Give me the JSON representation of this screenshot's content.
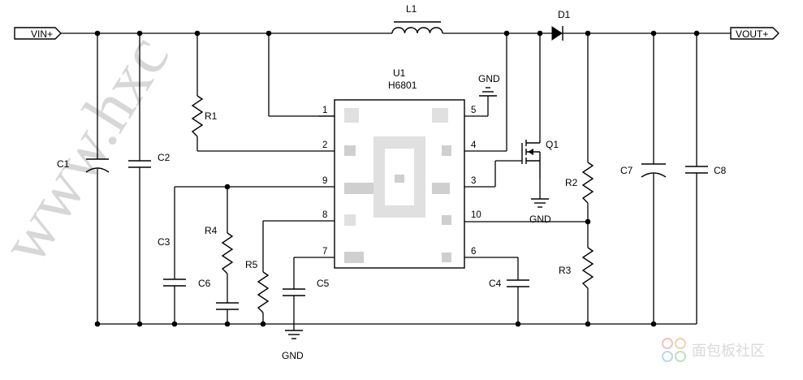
{
  "ports": {
    "vin": "VIN+",
    "vout": "VOUT+"
  },
  "ic": {
    "ref": "U1",
    "part": "H6801",
    "pins_left": [
      "1",
      "2",
      "9",
      "8",
      "7"
    ],
    "pins_right": [
      "5",
      "4",
      "3",
      "10",
      "6"
    ]
  },
  "components": {
    "l1": "L1",
    "d1": "D1",
    "q1": "Q1",
    "r1": "R1",
    "r2": "R2",
    "r3": "R3",
    "r4": "R4",
    "r5": "R5",
    "c1": "C1",
    "c2": "C2",
    "c3": "C3",
    "c4": "C4",
    "c5": "C5",
    "c6": "C6",
    "c7": "C7",
    "c8": "C8"
  },
  "gnd": {
    "top": "GND",
    "q1": "GND",
    "bottom": "GND"
  },
  "watermark": {
    "text": "www.hxc",
    "logo_text": "面包板社区"
  }
}
